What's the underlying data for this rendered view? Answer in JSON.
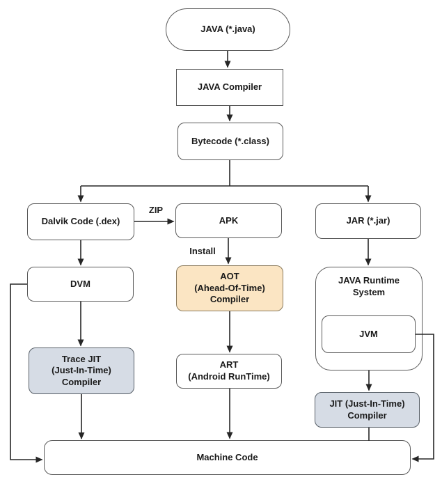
{
  "diagram": {
    "title": "Java / Android compilation pipeline flowchart",
    "nodes": {
      "java_source": {
        "label": "JAVA (*.java)"
      },
      "java_compiler": {
        "label": "JAVA Compiler"
      },
      "bytecode": {
        "label": "Bytecode (*.class)"
      },
      "dalvik": {
        "label": "Dalvik Code (.dex)"
      },
      "apk": {
        "label": "APK"
      },
      "jar": {
        "label": "JAR (*.jar)"
      },
      "dvm": {
        "label": "DVM"
      },
      "aot": {
        "label": "AOT\n(Ahead-Of-Time)\nCompiler"
      },
      "runtime_system": {
        "label": "JAVA Runtime\nSystem"
      },
      "jvm": {
        "label": "JVM"
      },
      "trace_jit": {
        "label": "Trace JIT\n(Just-In-Time)\nCompiler"
      },
      "art": {
        "label": "ART\n(Android RunTime)"
      },
      "jit": {
        "label": "JIT (Just-In-Time)\nCompiler"
      },
      "machine_code": {
        "label": "Machine Code"
      }
    },
    "edge_labels": {
      "zip": "ZIP",
      "install": "Install"
    },
    "colors": {
      "aot_fill": "#FBE5C3",
      "jit_fill": "#D6DCE5",
      "box_border": "#595959",
      "line": "#262626",
      "background": "#FFFFFF",
      "text": "#1A1A1A"
    }
  }
}
